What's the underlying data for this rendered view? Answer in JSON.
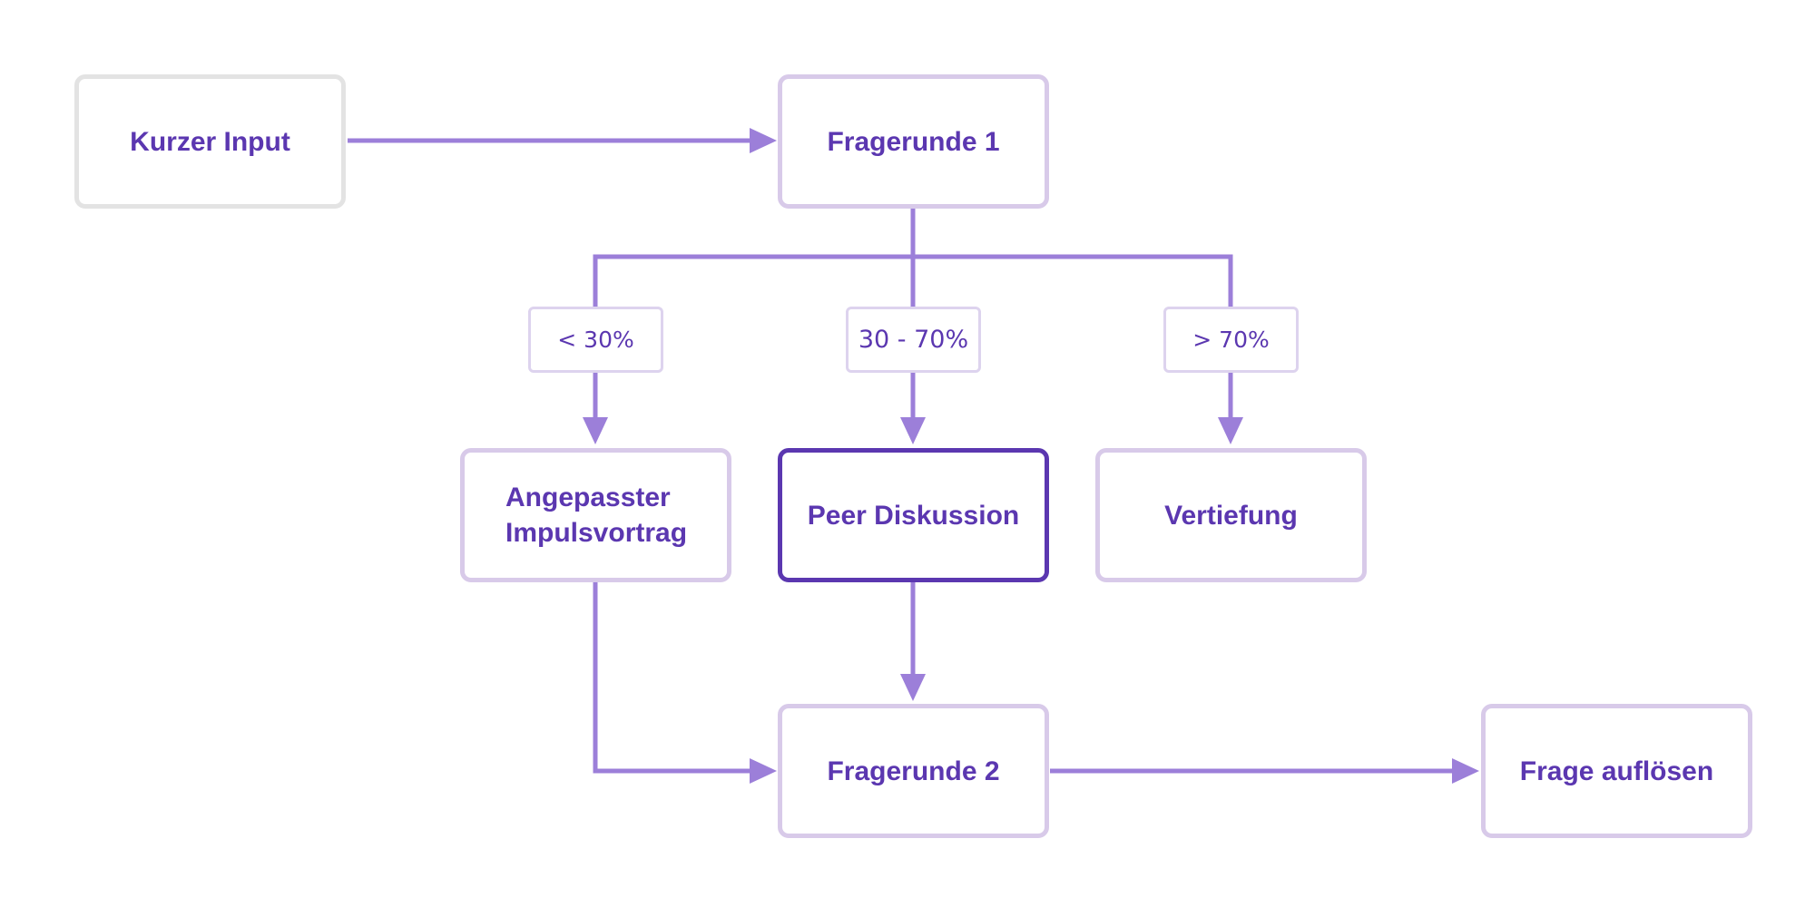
{
  "colors": {
    "text": "#5b37b0",
    "box_border": "#d8cae9",
    "box_border_gray": "#e3e3e3",
    "box_border_highlight": "#5b37b0",
    "label_border": "#ddd3ee",
    "arrow": "#9c7fd9"
  },
  "nodes": {
    "kurzer_input": "Kurzer Input",
    "fragerunde_1": "Fragerunde 1",
    "angepasster_impulsvortrag": "Angepasster Impulsvortrag",
    "peer_diskussion": "Peer Diskussion",
    "vertiefung": "Vertiefung",
    "fragerunde_2": "Fragerunde 2",
    "frage_aufloesen": "Frage auflösen"
  },
  "branch_labels": {
    "low": "< 30%",
    "mid": "30 - 70%",
    "high": "> 70%"
  }
}
